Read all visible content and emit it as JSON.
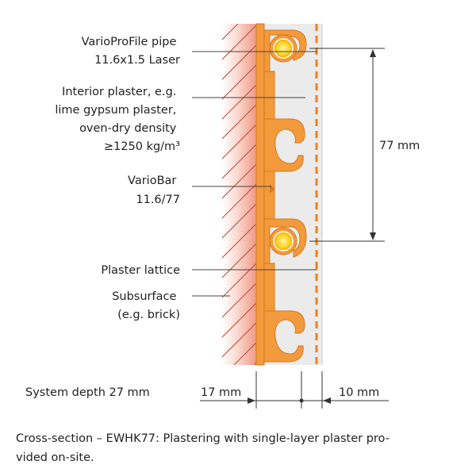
{
  "labels": {
    "pipe": [
      "VarioProFile pipe",
      "11.6x1.5 Laser"
    ],
    "plaster": [
      "Interior plaster, e.g.",
      "lime gypsum plaster,",
      "oven-dry density",
      "≥1250 kg/m³"
    ],
    "bar": [
      "VarioBar",
      "11.6/77"
    ],
    "lattice": "Plaster lattice",
    "subsurface": [
      "Subsurface",
      "(e.g. brick)"
    ]
  },
  "dimensions": {
    "spacing": "77 mm",
    "system_depth": "System depth 27 mm",
    "left": "17 mm",
    "right": "10 mm"
  },
  "caption": [
    "Cross-section – EWHK77: Plastering with single-layer plaster pro-",
    "vided on-site."
  ],
  "colors": {
    "wall": "#f4a090",
    "plaster": "#ebebeb",
    "bar": "#f39a3c",
    "bar_outline": "#d37a20",
    "lattice": "#f07f1e",
    "pipe_core": "#ffe24d"
  }
}
